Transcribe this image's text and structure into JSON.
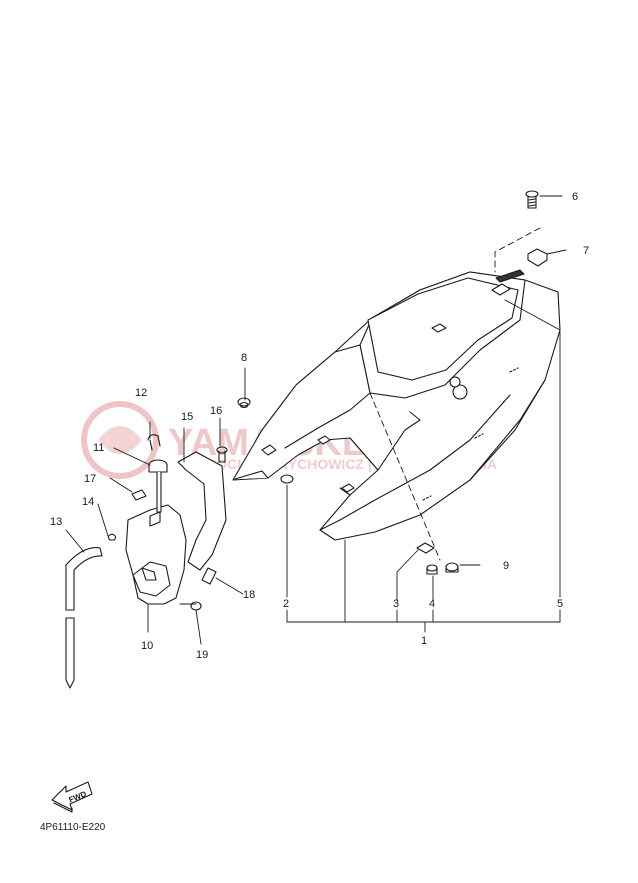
{
  "watermark": {
    "brand": "YAMA-SKLEP.PL",
    "tagline": "KROCHMALNYCHOWICZ | DEALER YAMAHA"
  },
  "fwd_label": "FWD",
  "diagram_code": "4P61110-E220",
  "callouts": [
    "1",
    "2",
    "3",
    "4",
    "5",
    "6",
    "7",
    "8",
    "9",
    "10",
    "11",
    "12",
    "13",
    "14",
    "15",
    "16",
    "17",
    "18",
    "19"
  ],
  "colors": {
    "line": "#1a1a1a",
    "watermark": "#e8b4b4"
  }
}
